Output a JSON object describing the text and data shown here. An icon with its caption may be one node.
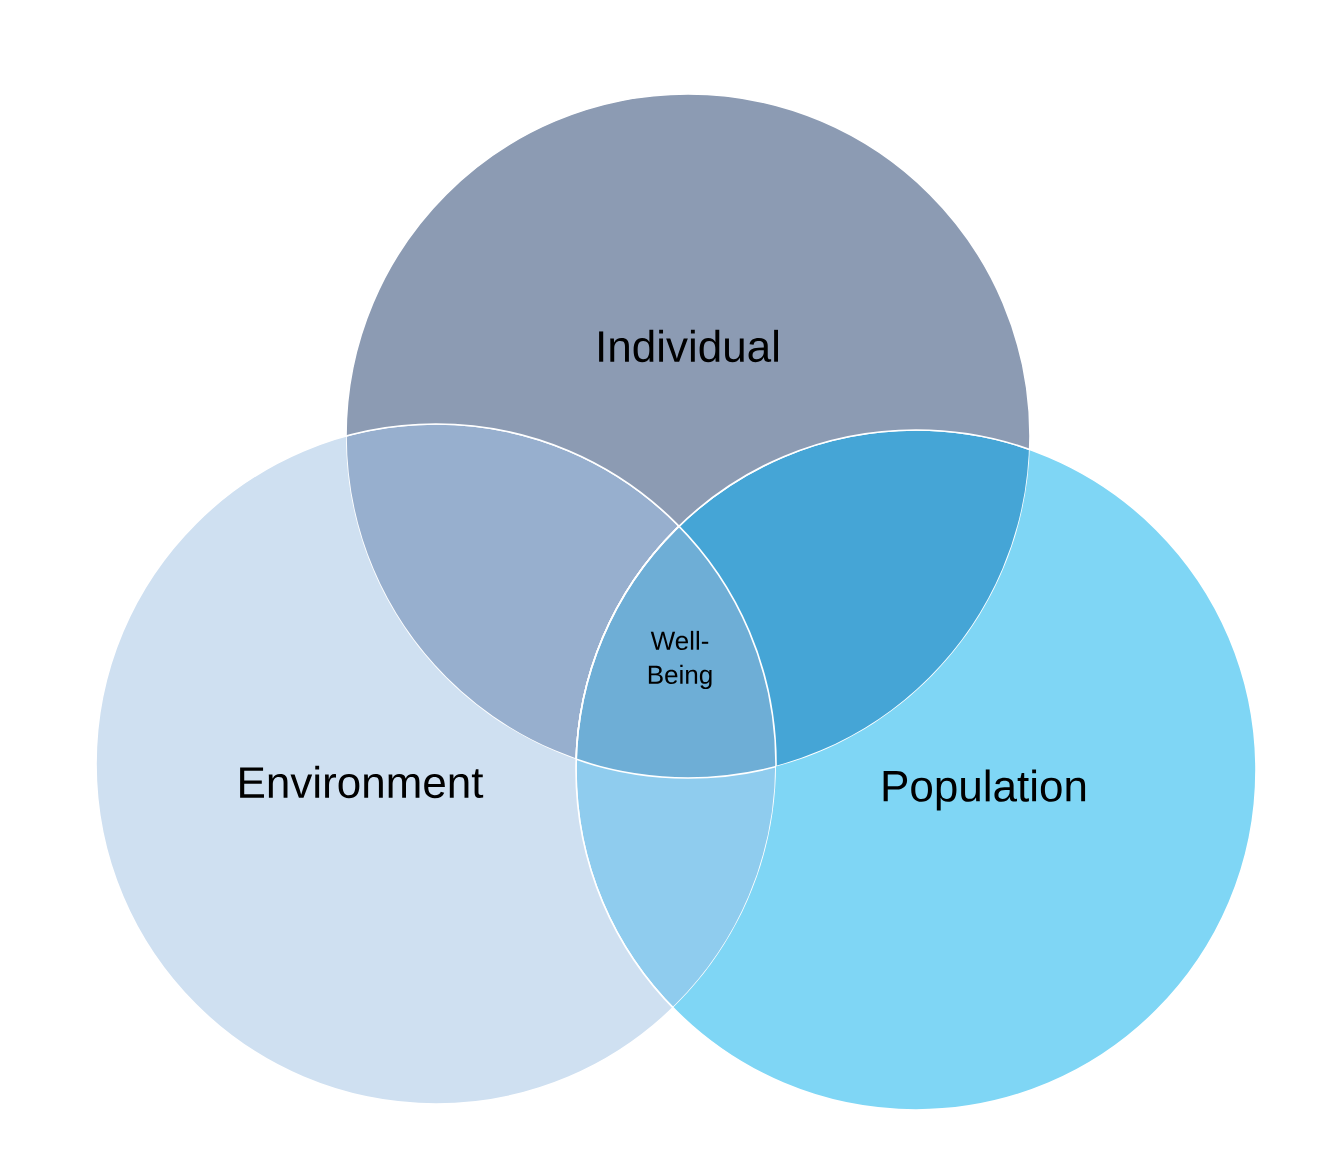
{
  "diagram": {
    "nodes": [
      {
        "text": [
          "Individual"
        ]
      },
      {
        "text": [
          "Environment"
        ]
      },
      {
        "text": [
          "Population"
        ]
      },
      {
        "text": [
          "Well-Being"
        ]
      }
    ]
  }
}
